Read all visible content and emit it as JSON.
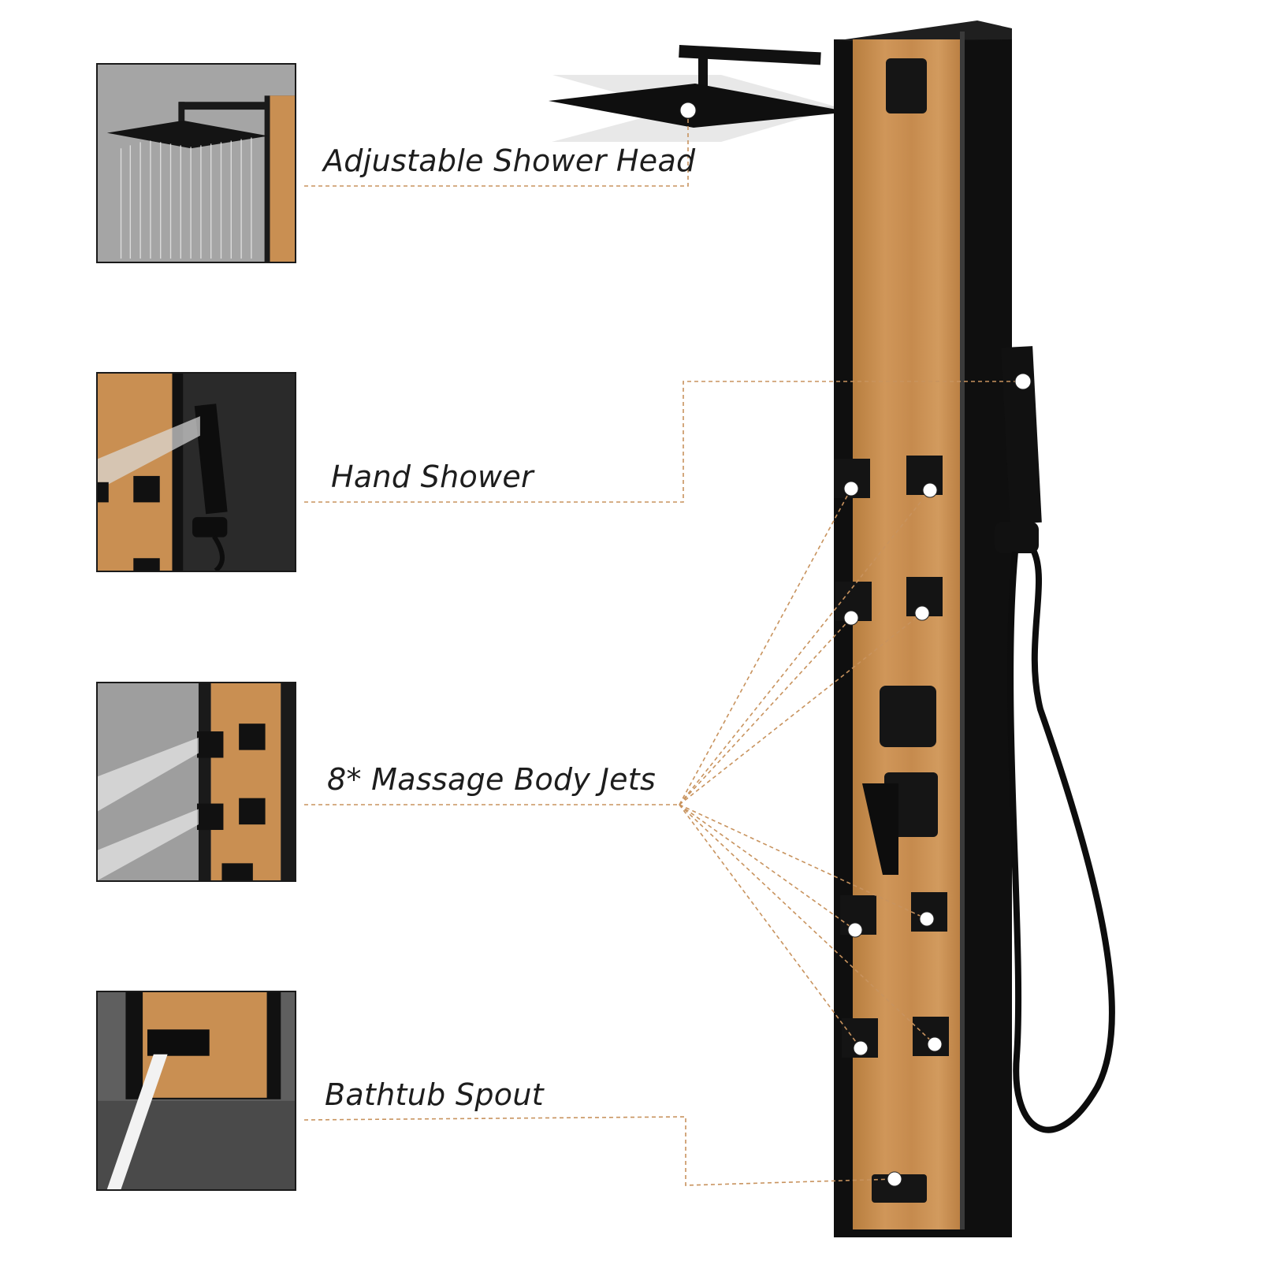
{
  "features": [
    {
      "key": "head",
      "label": "Adjustable Shower Head"
    },
    {
      "key": "hand",
      "label": "Hand Shower"
    },
    {
      "key": "jets",
      "label": "8* Massage Body Jets"
    },
    {
      "key": "spout",
      "label": "Bathtub Spout"
    }
  ],
  "colors": {
    "leader": "#c8935e",
    "wood": "#c98f52",
    "wood_dark": "#b37a40",
    "metal": "#111111",
    "thumb_bg": "#9a9a9a"
  },
  "icons": {
    "head": "rain-shower-head-icon",
    "hand": "hand-shower-icon",
    "jets": "body-jet-icon",
    "spout": "bathtub-spout-icon"
  }
}
